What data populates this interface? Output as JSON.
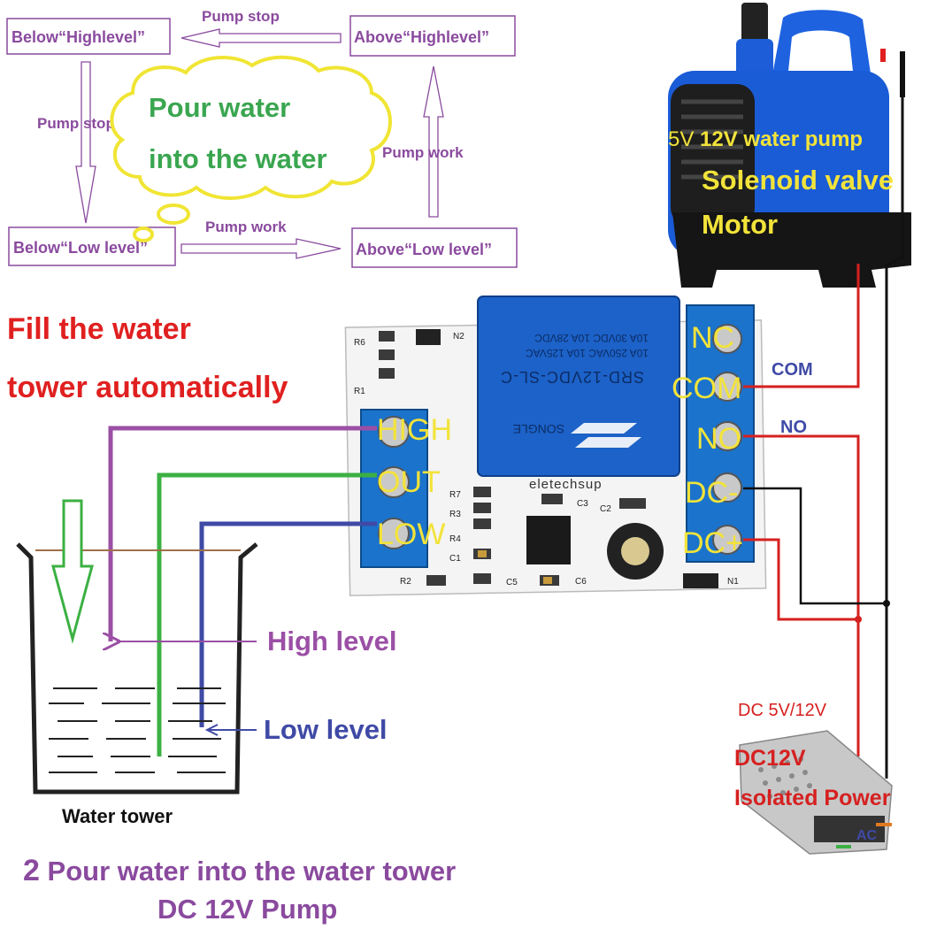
{
  "flow": {
    "box_below_high": "Below“Highlevel”",
    "box_above_high": "Above“Highlevel”",
    "box_below_low": "Below“Low level”",
    "box_above_low": "Above“Low level”",
    "pump_stop_top": "Pump stop",
    "pump_stop_left": "Pump stop",
    "pump_work_right": "Pump work",
    "pump_work_bottom": "Pump work",
    "cloud_line1": "Pour water",
    "cloud_line2": "into the water"
  },
  "title": {
    "line1": "Fill the water",
    "line2": "tower automatically"
  },
  "pump": {
    "line1_a": "5V ",
    "line1_b": "12V water pump",
    "line2": "Solenoid valve",
    "line3": "Motor"
  },
  "board": {
    "relay_model": "SRD-12VDC-SL-C",
    "relay_rating1": "10A 250VAC  10A 125VAC",
    "relay_rating2": "10A 30VDC  10A 28VDC",
    "relay_brand": "SONGLE",
    "brand_text": "eletechsup",
    "left_terminals": [
      "HIGH",
      "OUT",
      "LOW"
    ],
    "right_terminals": [
      "NC",
      "COM",
      "NO",
      "DC-",
      "DC+"
    ],
    "silk_labels": [
      "N2",
      "R7",
      "R3",
      "R4",
      "C1",
      "R2",
      "C5",
      "C6",
      "C3",
      "C2",
      "N1",
      "R1",
      "R6"
    ]
  },
  "wires": {
    "com_label": "COM",
    "no_label": "NO",
    "colors": {
      "high": "#9b4fa5",
      "out": "#3cb043",
      "low": "#3f4aa6",
      "red": "#d62020",
      "black": "#111111"
    }
  },
  "tank": {
    "high_level": "High level",
    "low_level": "Low level",
    "caption": "Water tower"
  },
  "psu": {
    "voltage_label": "DC 5V/12V",
    "line1": "DC12V",
    "line2": "Isolated Power",
    "ac_label": "AC"
  },
  "footer": {
    "number": "2",
    "line1": " Pour water into the water tower",
    "line2": "DC 12V Pump"
  }
}
